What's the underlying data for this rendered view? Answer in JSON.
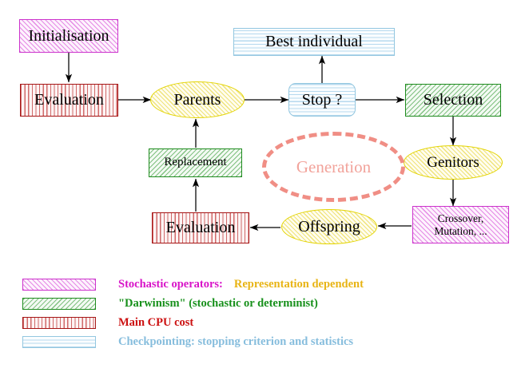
{
  "diagram": {
    "title": "Evolutionary algorithm generation loop",
    "nodes": [
      {
        "id": "initialisation",
        "label": "Initialisation",
        "shape": "rect",
        "fill": "magenta"
      },
      {
        "id": "evaluation_top",
        "label": "Evaluation",
        "shape": "rect",
        "fill": "red"
      },
      {
        "id": "parents",
        "label": "Parents",
        "shape": "ellipse",
        "fill": "yellow"
      },
      {
        "id": "stop",
        "label": "Stop ?",
        "shape": "round-rect",
        "fill": "blue"
      },
      {
        "id": "best",
        "label": "Best individual",
        "shape": "rect",
        "fill": "blue"
      },
      {
        "id": "selection",
        "label": "Selection",
        "shape": "rect",
        "fill": "green"
      },
      {
        "id": "genitors",
        "label": "Genitors",
        "shape": "ellipse",
        "fill": "yellow"
      },
      {
        "id": "crossover",
        "label": "Crossover,\nMutation, ...",
        "shape": "rect",
        "fill": "magenta"
      },
      {
        "id": "offspring",
        "label": "Offspring",
        "shape": "ellipse",
        "fill": "yellow"
      },
      {
        "id": "evaluation_bot",
        "label": "Evaluation",
        "shape": "rect",
        "fill": "red"
      },
      {
        "id": "replacement",
        "label": "Replacement",
        "shape": "rect",
        "fill": "green"
      },
      {
        "id": "generation",
        "label": "Generation",
        "shape": "dashed-ellipse",
        "fill": "none"
      }
    ],
    "edges": [
      {
        "from": "initialisation",
        "to": "evaluation_top"
      },
      {
        "from": "evaluation_top",
        "to": "parents"
      },
      {
        "from": "parents",
        "to": "stop"
      },
      {
        "from": "stop",
        "to": "best"
      },
      {
        "from": "stop",
        "to": "selection"
      },
      {
        "from": "selection",
        "to": "genitors"
      },
      {
        "from": "genitors",
        "to": "crossover"
      },
      {
        "from": "crossover",
        "to": "offspring"
      },
      {
        "from": "offspring",
        "to": "evaluation_bot"
      },
      {
        "from": "evaluation_bot",
        "to": "replacement"
      },
      {
        "from": "replacement",
        "to": "parents"
      }
    ]
  },
  "legend": {
    "rows": [
      {
        "swatch": "magenta-diagonal-hatch",
        "parts": [
          {
            "text": "Stochastic operators:",
            "color": "#d814c8"
          },
          {
            "text": "Representation dependent",
            "color": "#e8b415"
          }
        ]
      },
      {
        "swatch": "green-diagonal-hatch",
        "parts": [
          {
            "text": "\"Darwinism\" (stochastic or determinist)",
            "color": "#17901b"
          }
        ]
      },
      {
        "swatch": "red-vertical-hatch",
        "parts": [
          {
            "text": "Main CPU cost",
            "color": "#cc1111"
          }
        ]
      },
      {
        "swatch": "blue-horizontal-hatch",
        "parts": [
          {
            "text": "Checkpointing: stopping criterion and statistics",
            "color": "#86bddd"
          }
        ]
      }
    ]
  },
  "colors": {
    "magenta_border": "#cc33cc",
    "green_border": "#1e8b1e",
    "red_border": "#a61616",
    "blue_border": "#93c7e0",
    "yellow_border": "#e3d400",
    "generation_dash": "#f08e85",
    "generation_text": "#f2a39b",
    "arrow": "#000000",
    "background": "#ffffff"
  }
}
